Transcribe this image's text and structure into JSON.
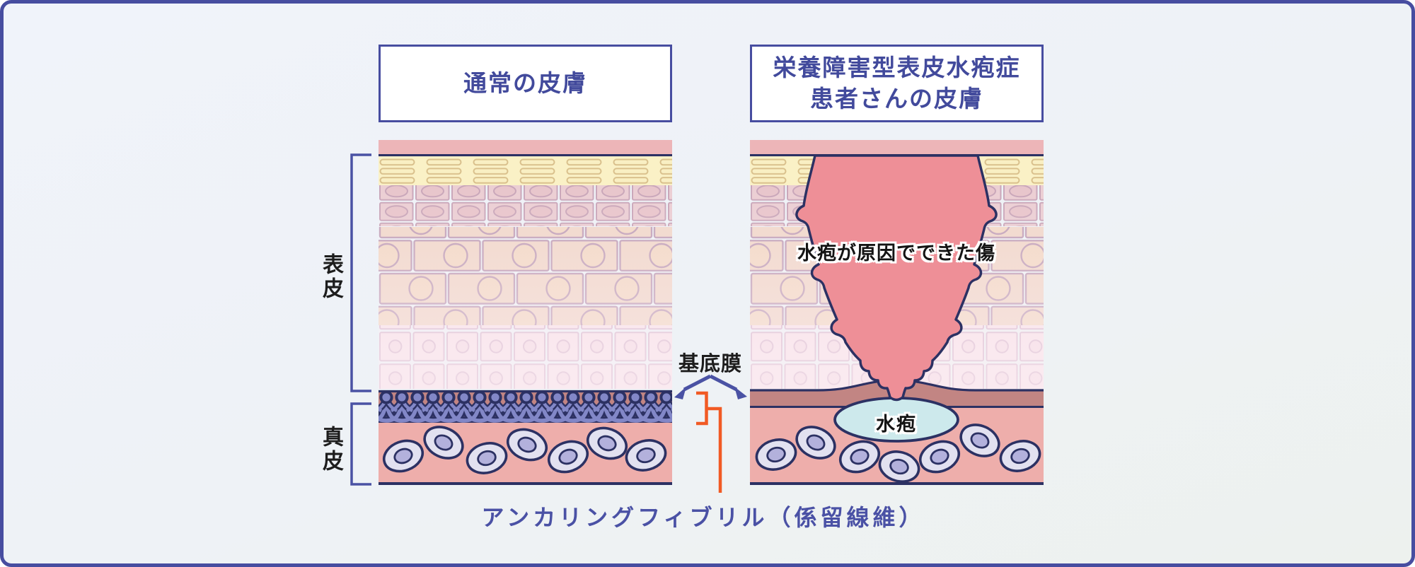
{
  "titles": {
    "normal": "通常の皮膚",
    "patient": "栄養障害型表皮水疱症\n患者さんの皮膚"
  },
  "side_labels": {
    "epidermis": "表皮",
    "dermis": "真皮"
  },
  "annotations": {
    "basement_membrane": "基底膜",
    "anchoring_fibril": "アンカリングフィブリル（係留線維）"
  },
  "panel_right": {
    "wound_label": "水疱が原因でできた傷",
    "blister_label": "水疱"
  },
  "colors": {
    "frame_border": "#474da0",
    "background": "#eef2f6",
    "accent_indigo": "#4a52a4",
    "outline_navy": "#2c3163",
    "skin_surface_pink": "#edb5b8",
    "stratum_corneum_yellow": "#faf1c6",
    "epidermis_cell_pink": "#f1d8cb",
    "basement_band_mauve": "#c28583",
    "dermis_salmon": "#eeaeab",
    "anchoring_fibril_purple": "#8287c7",
    "wound_pink": "#ee8f97",
    "blister_cyan": "#cde9ec",
    "fibroblast_body": "#e2e1f0",
    "fibroblast_nucleus": "#b3b1dc",
    "connector_orange": "#f15a24"
  }
}
